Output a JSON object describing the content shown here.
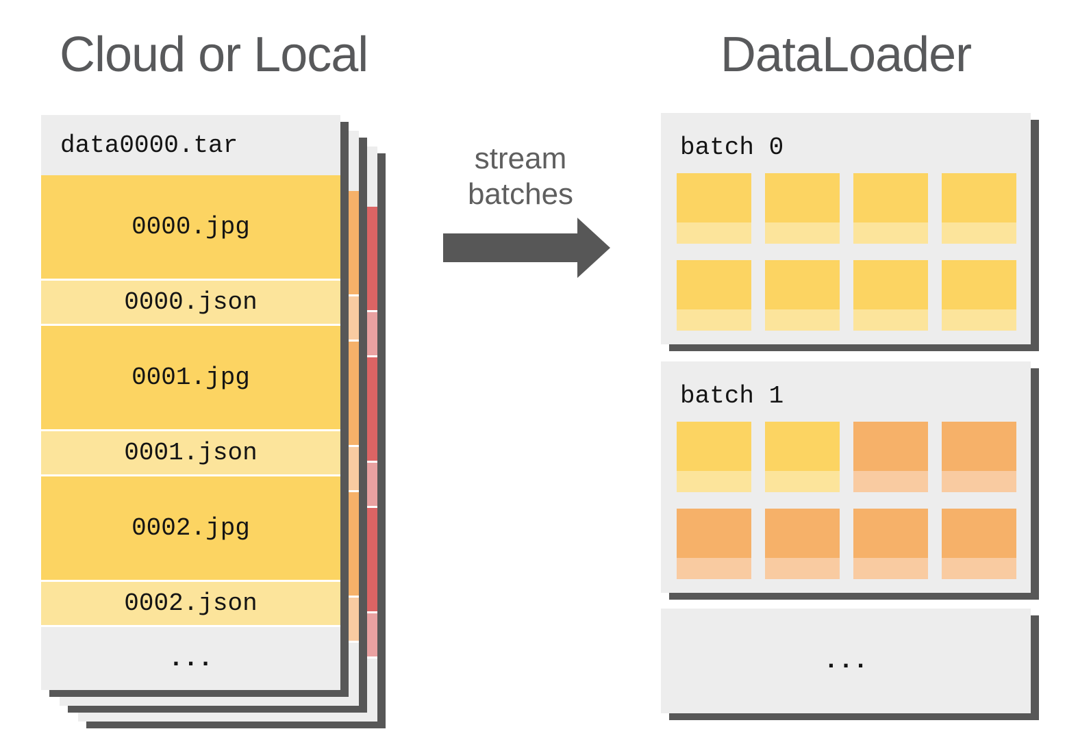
{
  "palette": {
    "card_gray": "#EDEDED",
    "card_white": "#FFFFFF",
    "shadow_gray": "#575757",
    "heading_text": "#58595B",
    "flow_label_text": "#5F5F5F",
    "mono_text": "#141414",
    "yellow": "#FCD462",
    "yellow_light": "#FCE49B",
    "orange": "#F6B169",
    "orange_light": "#F9CBA1",
    "red": "#DC6464",
    "red_light": "#E9A1A1"
  },
  "left": {
    "title": "Cloud or Local",
    "front_shard": {
      "name": "data0000.tar",
      "theme": "yellow",
      "members": [
        {
          "name": "0000.jpg",
          "kind": "jpg"
        },
        {
          "name": "0000.json",
          "kind": "json"
        },
        {
          "name": "0001.jpg",
          "kind": "jpg"
        },
        {
          "name": "0001.json",
          "kind": "json"
        },
        {
          "name": "0002.jpg",
          "kind": "jpg"
        },
        {
          "name": "0002.json",
          "kind": "json"
        }
      ],
      "ellipsis": "..."
    },
    "stacked_shards": [
      {
        "theme": "orange"
      },
      {
        "theme": "red"
      }
    ]
  },
  "flow": {
    "label": [
      "stream",
      "batches"
    ]
  },
  "right": {
    "title": "DataLoader",
    "batches": [
      {
        "label": "batch 0",
        "tiles": [
          "yellow",
          "yellow",
          "yellow",
          "yellow",
          "yellow",
          "yellow",
          "yellow",
          "yellow"
        ]
      },
      {
        "label": "batch 1",
        "tiles": [
          "yellow",
          "yellow",
          "orange",
          "orange",
          "orange",
          "orange",
          "orange",
          "orange"
        ]
      }
    ],
    "ellipsis": "..."
  }
}
